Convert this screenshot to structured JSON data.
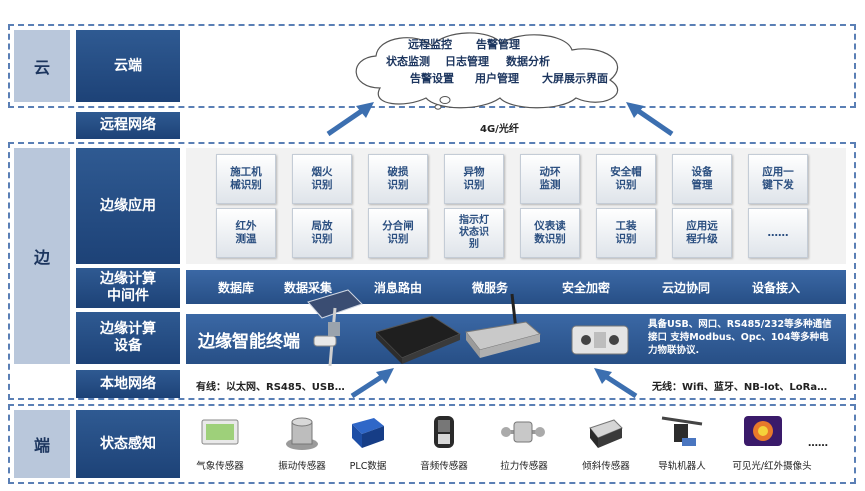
{
  "tiers": {
    "cloud": {
      "label": "云",
      "sublabel": "云端",
      "network": "远程网络",
      "network_text": "4G/光纤"
    },
    "edge": {
      "label": "边",
      "app": "边缘应用",
      "middleware": "边缘计算\n中间件",
      "device": "边缘计算\n设备",
      "local_network": "本地网络"
    },
    "end": {
      "label": "端",
      "sensing": "状态感知"
    }
  },
  "cloud_items": [
    "远程监控",
    "告警管理",
    "状态监测",
    "日志管理",
    "数据分析",
    "告警设置",
    "用户管理",
    "大屏展示界面"
  ],
  "apps_row1": [
    "施工机\n械识别",
    "烟火\n识别",
    "破损\n识别",
    "异物\n识别",
    "动环\n监测",
    "安全帽\n识别",
    "设备\n管理",
    "应用一\n键下发"
  ],
  "apps_row2": [
    "红外\n测温",
    "局放\n识别",
    "分合闸\n识别",
    "指示灯\n状态识\n别",
    "仪表读\n数识别",
    "工装\n识别",
    "应用远\n程升级",
    "……"
  ],
  "middleware_items": [
    "数据库",
    "数据采集",
    "消息路由",
    "微服务",
    "安全加密",
    "云边协同",
    "设备接入"
  ],
  "device": {
    "title": "边缘智能终端",
    "desc": "具备USB、网口、RS485/232等多种通信接口 支持Modbus、Opc、104等多种电力物联协议."
  },
  "local_network": {
    "wired": "有线：以太网、RS485、USB…",
    "wireless": "无线：Wifi、蓝牙、NB-Iot、LoRa…"
  },
  "sensors": [
    "气象传感器",
    "振动传感器",
    "PLC数据",
    "音频传感器",
    "拉力传感器",
    "倾斜传感器",
    "导轨机器人",
    "可见光/红外摄像头"
  ],
  "sensors_more": "……",
  "colors": {
    "dark_blue": "#1d4277",
    "tier_bg": "#b9c7db",
    "arrow": "#3c6fb0"
  }
}
